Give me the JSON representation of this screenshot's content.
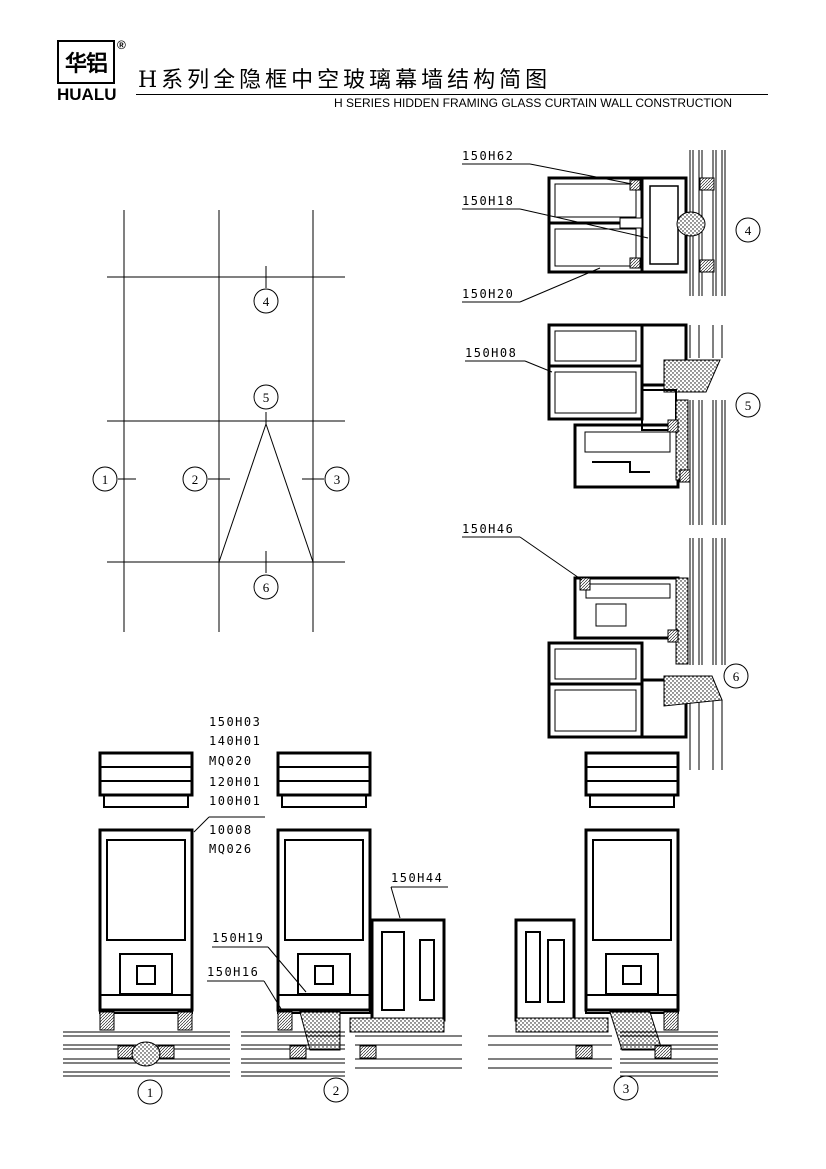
{
  "header": {
    "logo_cn": "华铝",
    "logo_reg": "®",
    "logo_en": "HUALU",
    "title_cn": "H系列全隐框中空玻璃幕墙结构简图",
    "title_en": "H SERIES HIDDEN FRAMING GLASS CURTAIN WALL CONSTRUCTION"
  },
  "elevation": {
    "markers": [
      "1",
      "2",
      "3",
      "4",
      "5",
      "6"
    ]
  },
  "sections": {
    "top_right_labels": [
      "150H62",
      "150H18",
      "150H20"
    ],
    "middle_right_labels": [
      "150H08"
    ],
    "lower_right_labels": [
      "150H46"
    ],
    "markers": [
      "4",
      "5",
      "6"
    ]
  },
  "plan": {
    "stack_labels": [
      "150H03",
      "140H01",
      "MQ020",
      "120H01",
      "100H01",
      "10008",
      "MQ026"
    ],
    "labels": [
      "150H44",
      "150H19",
      "150H16"
    ],
    "markers": [
      "1",
      "2",
      "3"
    ]
  }
}
